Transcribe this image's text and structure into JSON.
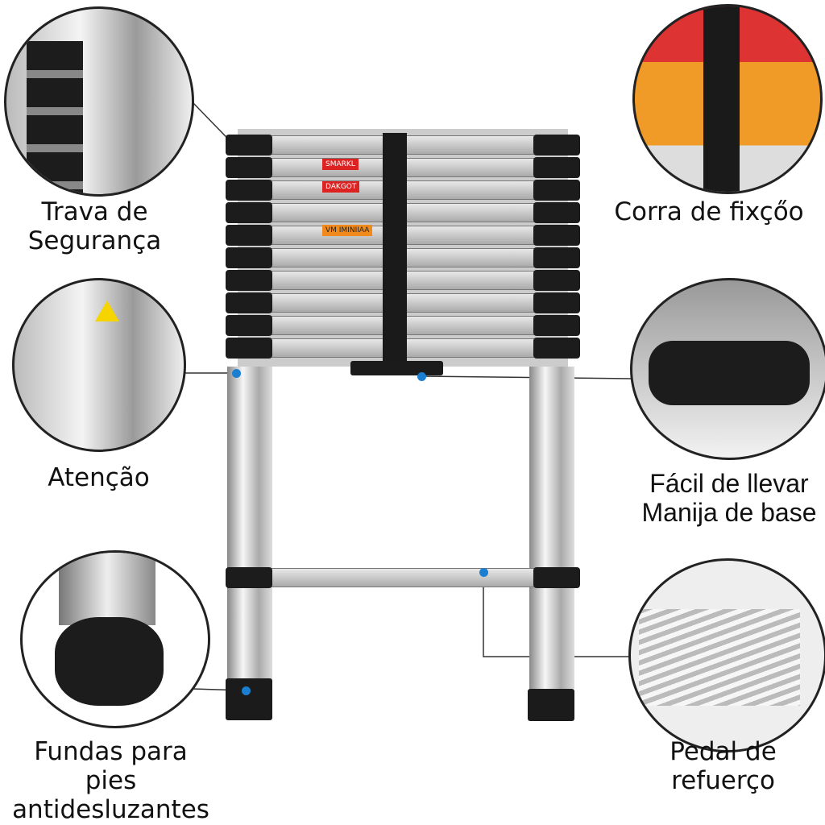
{
  "labels": {
    "lock": [
      "Trava de",
      "Segurança"
    ],
    "strap": "Corra de fixçőo",
    "warning": "Atenção",
    "handle": [
      "Fácil de llevar",
      "Manija de base"
    ],
    "feet": [
      "Fundas para",
      "pies",
      "antidesluzantes"
    ],
    "pedal": [
      "Pedal de",
      "refuerço"
    ]
  },
  "stickers": [
    "SMARKL",
    "DAKGOT",
    "VM IMINIIAA"
  ],
  "colors": {
    "accent_dot": "#1a7fd0",
    "rubber": "#1c1c1c"
  }
}
